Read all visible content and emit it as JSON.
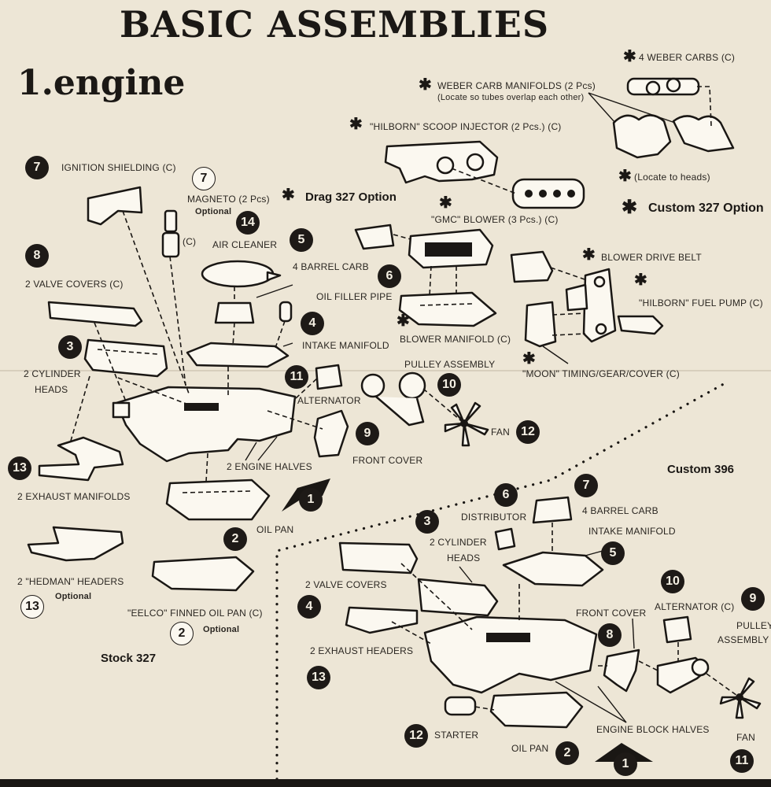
{
  "header": {
    "title": "BASIC ASSEMBLIES",
    "section": "1.engine"
  },
  "options": {
    "drag": "Drag 327 Option",
    "custom327": "Custom 327 Option",
    "custom396": "Custom 396",
    "stock327": "Stock 327"
  },
  "stock_parts": {
    "ignition_shielding": "IGNITION SHIELDING (C)",
    "magneto": "MAGNETO (2 Pcs)",
    "magneto_optional": "Optional",
    "magneto_c": "(C)",
    "air_cleaner": "AIR CLEANER",
    "four_barrel_carb": "4 BARREL CARB",
    "oil_filler_pipe": "OIL FILLER PIPE",
    "intake_manifold": "INTAKE MANIFOLD",
    "valve_covers": "2 VALVE COVERS (C)",
    "cylinder_heads_1": "2 CYLINDER",
    "cylinder_heads_2": "HEADS",
    "alternator": "ALTERNATOR",
    "pulley_assembly": "PULLEY ASSEMBLY",
    "fan": "FAN",
    "front_cover": "FRONT COVER",
    "engine_halves": "2 ENGINE HALVES",
    "exhaust_manifolds": "2 EXHAUST MANIFOLDS",
    "oil_pan": "OIL PAN",
    "hedman_headers": "2 \"HEDMAN\" HEADERS",
    "hedman_optional": "Optional",
    "eelco_oil_pan": "\"EELCO\" FINNED OIL PAN (C)",
    "eelco_optional": "Optional"
  },
  "drag_parts": {
    "hilborn_scoop": "\"HILBORN\" SCOOP INJECTOR (2 Pcs.) (C)",
    "gmc_blower": "\"GMC\" BLOWER (3 Pcs.) (C)",
    "blower_manifold": "BLOWER MANIFOLD (C)"
  },
  "custom327_parts": {
    "weber_carbs": "4 WEBER CARBS (C)",
    "weber_manifolds": "WEBER CARB MANIFOLDS (2 Pcs)",
    "weber_note": "(Locate so tubes overlap each other)",
    "locate_heads": "(Locate to heads)",
    "blower_drive_belt": "BLOWER DRIVE BELT",
    "hilborn_fuel_pump": "\"HILBORN\" FUEL PUMP (C)",
    "moon_timing": "\"MOON\" TIMING/GEAR/COVER (C)"
  },
  "custom396_parts": {
    "distributor": "DISTRIBUTOR",
    "four_barrel_carb": "4 BARREL CARB",
    "intake_manifold": "INTAKE MANIFOLD",
    "cylinder_heads_1": "2 CYLINDER",
    "cylinder_heads_2": "HEADS",
    "valve_covers": "2 VALVE COVERS",
    "front_cover": "FRONT COVER",
    "alternator": "ALTERNATOR (C)",
    "pulley_1": "PULLEY",
    "pulley_2": "ASSEMBLY",
    "exhaust_headers": "2 EXHAUST HEADERS",
    "engine_block_halves": "ENGINE BLOCK HALVES",
    "starter": "STARTER",
    "oil_pan": "OIL PAN",
    "fan": "FAN"
  },
  "callouts": {
    "n1": "1",
    "n2": "2",
    "n3": "3",
    "n4": "4",
    "n5": "5",
    "n6": "6",
    "n7": "7",
    "n8": "8",
    "n9": "9",
    "n10": "10",
    "n11": "11",
    "n12": "12",
    "n13": "13",
    "n14": "14"
  },
  "symbols": {
    "asterisk": "✱"
  }
}
